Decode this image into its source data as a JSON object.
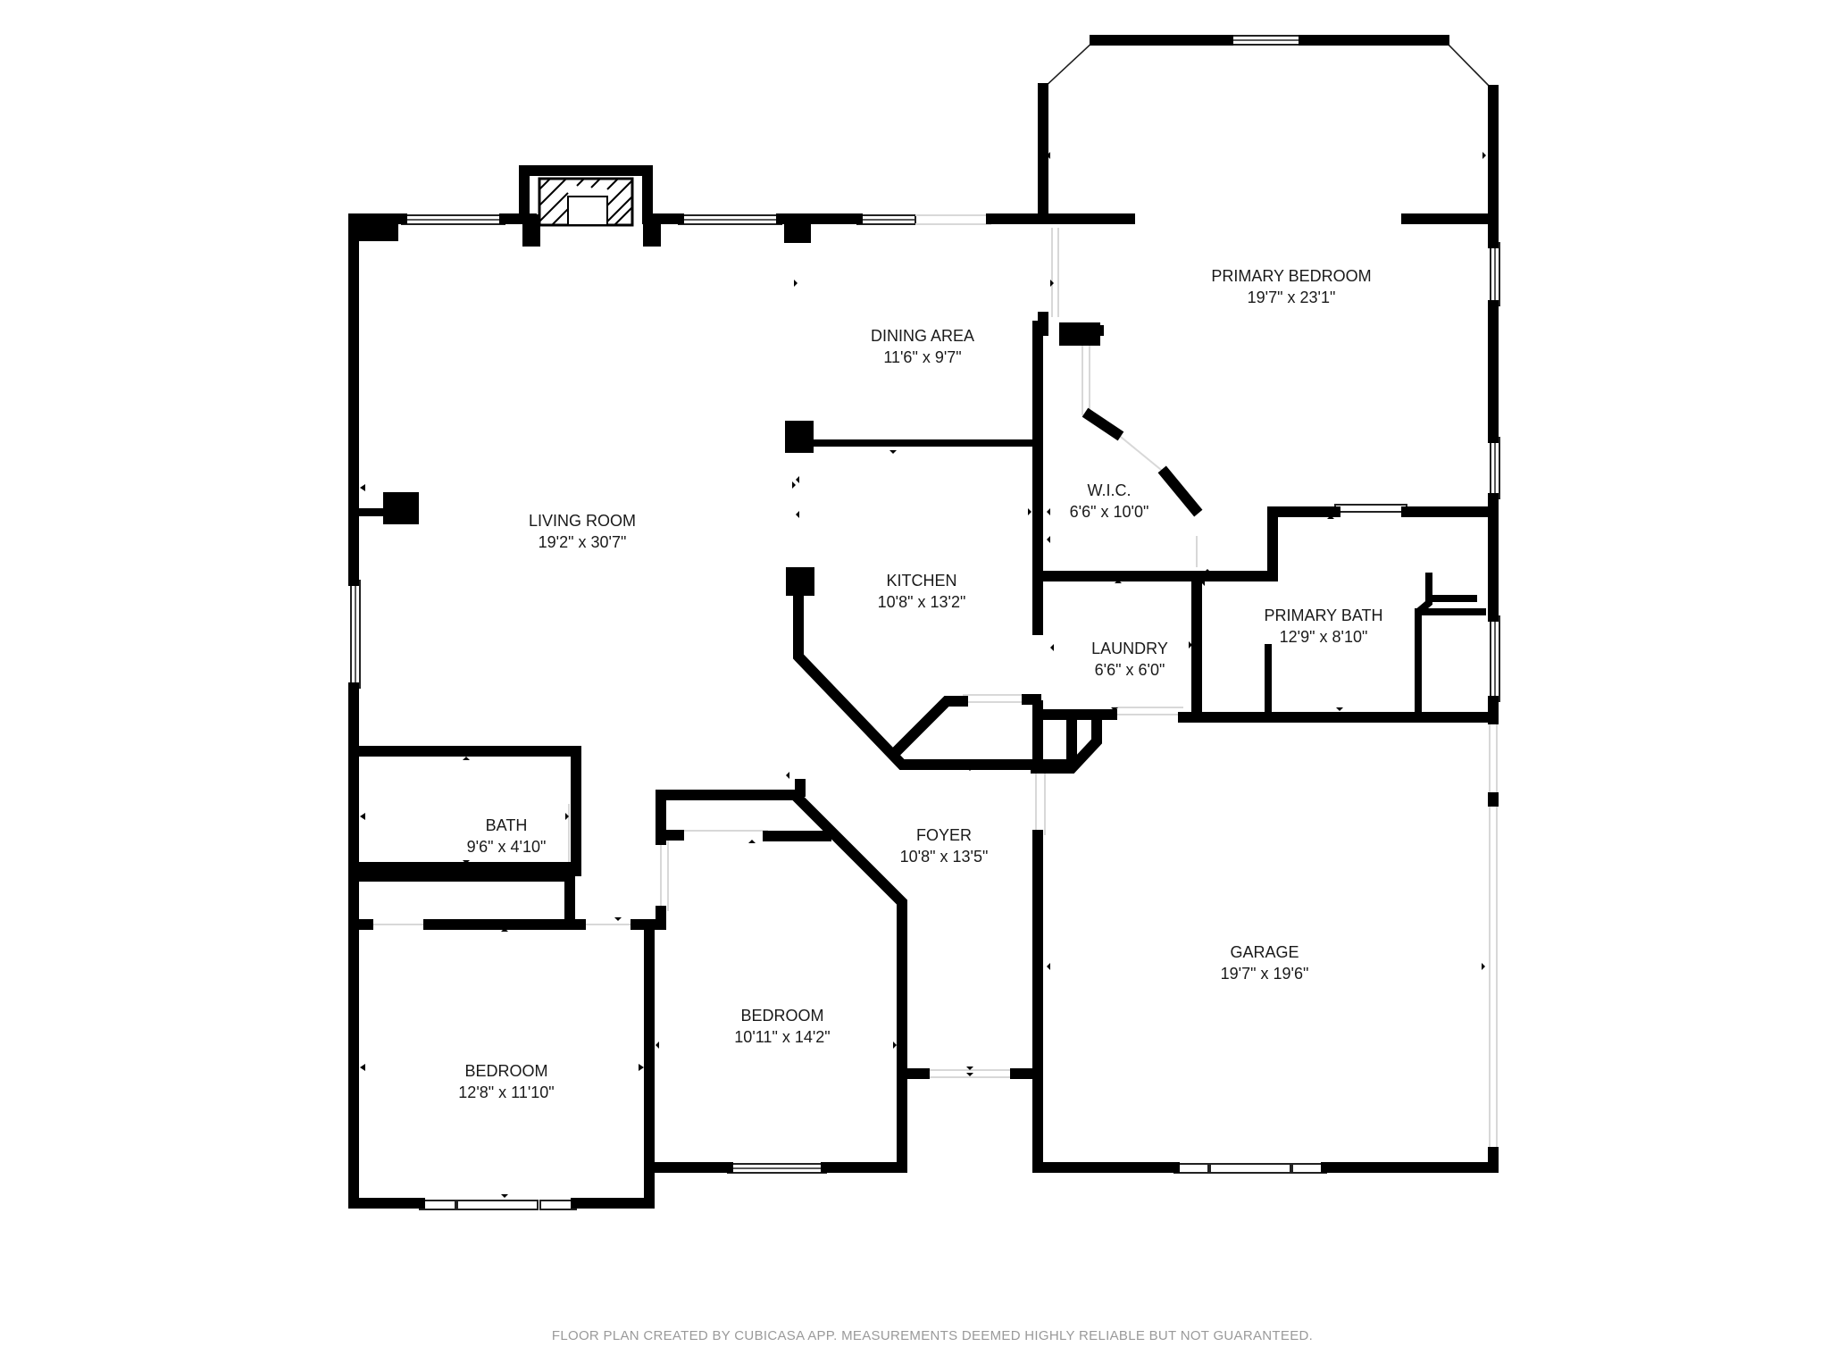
{
  "rooms": {
    "living_room": {
      "name": "LIVING ROOM",
      "size": "19'2\" x 30'7\""
    },
    "dining_area": {
      "name": "DINING AREA",
      "size": "11'6\" x 9'7\""
    },
    "kitchen": {
      "name": "KITCHEN",
      "size": "10'8\" x 13'2\""
    },
    "primary_bedroom": {
      "name": "PRIMARY BEDROOM",
      "size": "19'7\" x 23'1\""
    },
    "wic": {
      "name": "W.I.C.",
      "size": "6'6\" x 10'0\""
    },
    "primary_bath": {
      "name": "PRIMARY BATH",
      "size": "12'9\" x 8'10\""
    },
    "laundry": {
      "name": "LAUNDRY",
      "size": "6'6\" x 6'0\""
    },
    "bath": {
      "name": "BATH",
      "size": "9'6\" x 4'10\""
    },
    "foyer": {
      "name": "FOYER",
      "size": "10'8\" x 13'5\""
    },
    "bedroom_2": {
      "name": "BEDROOM",
      "size": "10'11\" x 14'2\""
    },
    "bedroom_1": {
      "name": "BEDROOM",
      "size": "12'8\" x 11'10\""
    },
    "garage": {
      "name": "GARAGE",
      "size": "19'7\" x 19'6\""
    }
  },
  "footer": "FLOOR PLAN CREATED BY CUBICASA APP. MEASUREMENTS DEEMED HIGHLY RELIABLE BUT NOT GUARANTEED."
}
